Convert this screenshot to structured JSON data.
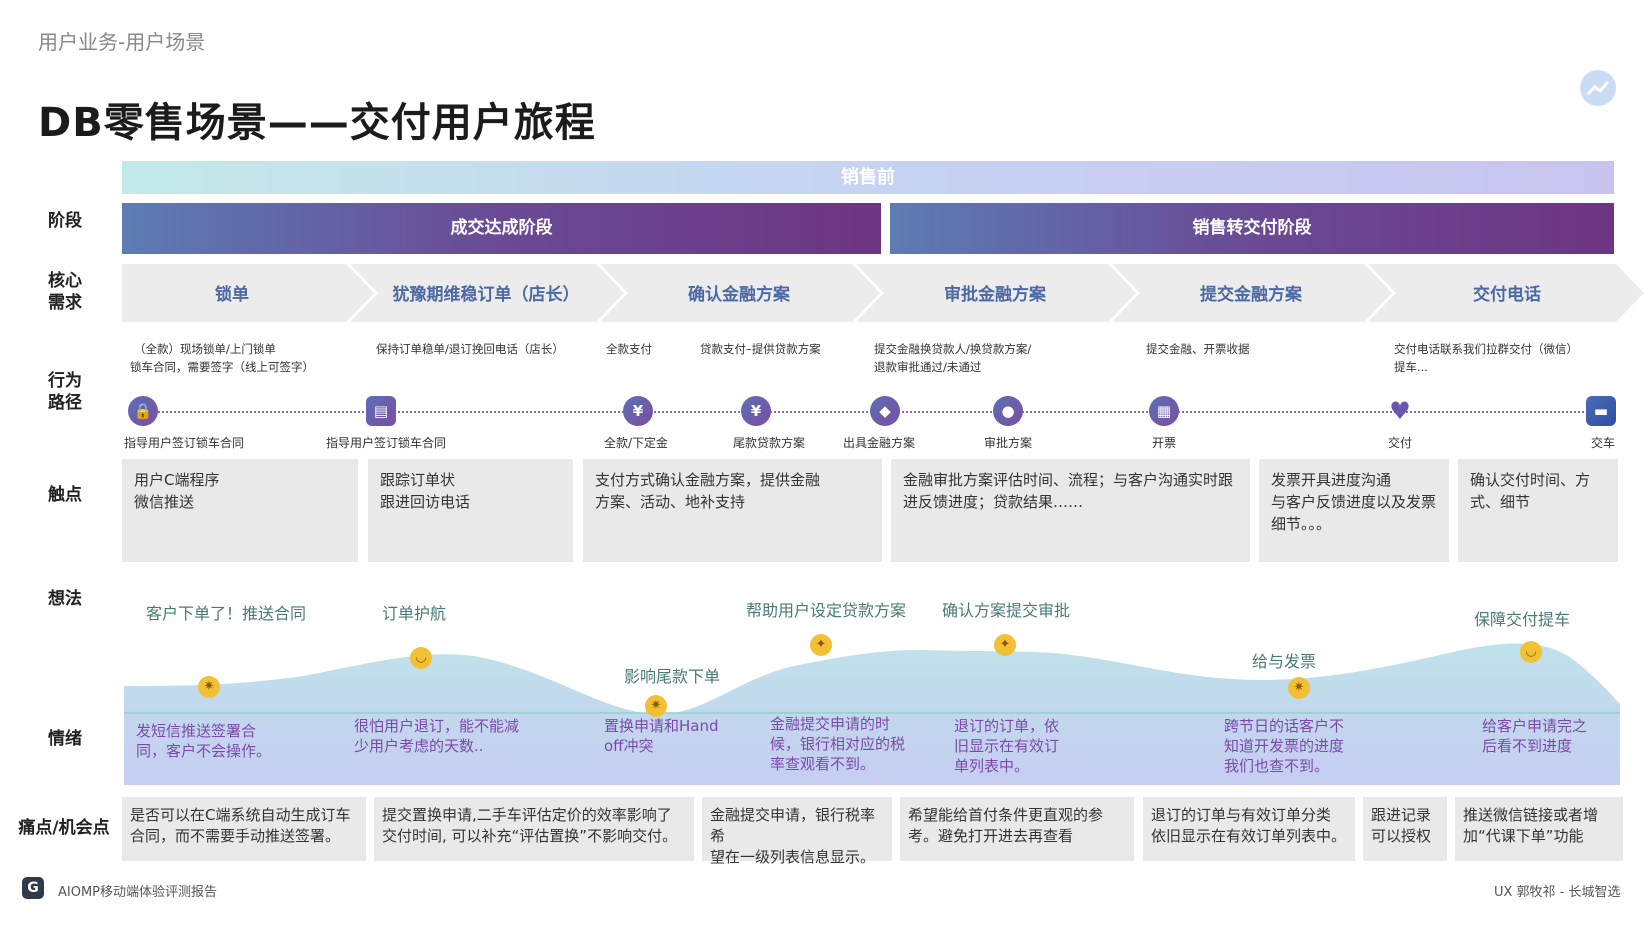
{
  "section": "用户业务-用户场景",
  "title": "DB零售场景——交付用户旅程",
  "row_labels": {
    "stage": "阶段",
    "need_1": "核心",
    "need_2": "需求",
    "behavior_1": "行为",
    "behavior_2": "路径",
    "touchpoint": "触点",
    "thought": "想法",
    "emotion": "情绪",
    "pain": "痛点/机会点"
  },
  "pre_sale": "销售前",
  "stages": [
    "成交达成阶段",
    "销售转交付阶段"
  ],
  "needs": [
    "锁单",
    "犹豫期维稳订单（店长）",
    "确认金融方案",
    "审批金融方案",
    "提交金融方案",
    "交付电话"
  ],
  "behaviors": [
    "（全款）现场锁单/上门锁单",
    "锁车合同，需要签字（线上可签字）",
    "保持订单稳单/退订挽回电话（店长）",
    "全款支付",
    "贷款支付–提供贷款方案",
    "提交金融换贷款人/换贷款方案/",
    "退款审批通过/未通过",
    "提交金融、开票收据",
    "交付电话联系我们拉群交付（微信）",
    "提车..."
  ],
  "nodes": [
    {
      "label": "指导用户签订锁车合同",
      "icon": "lock-icon",
      "glyph": "🔒"
    },
    {
      "label": "指导用户签订锁车合同",
      "icon": "document-check-icon",
      "glyph": "▤"
    },
    {
      "label": "全款/下定金",
      "icon": "yen-icon",
      "glyph": "¥"
    },
    {
      "label": "尾款贷款方案",
      "icon": "yen-clock-icon",
      "glyph": "¥"
    },
    {
      "label": "出具金融方案",
      "icon": "diamond-icon",
      "glyph": "◆"
    },
    {
      "label": "审批方案",
      "icon": "user-icon",
      "glyph": "●"
    },
    {
      "label": "开票",
      "icon": "receipt-icon",
      "glyph": "▦"
    },
    {
      "label": "交付",
      "icon": "handshake-icon",
      "glyph": "♥"
    },
    {
      "label": "交车",
      "icon": "car-icon",
      "glyph": "▬"
    }
  ],
  "touchpoints": [
    [
      "用户C端程序",
      "微信推送"
    ],
    [
      "跟踪订单状",
      "跟进回访电话"
    ],
    [
      "支付方式确认金融方案，提供金融",
      "方案、活动、地补支持"
    ],
    [
      "金融审批方案评估时间、流程；与客户沟通实时跟",
      "进反馈进度；贷款结果……"
    ],
    [
      "发票开具进度沟通",
      "与客户反馈进度以及发票",
      "细节。。。"
    ],
    [
      "确认交付时间、方",
      "式、细节"
    ]
  ],
  "thoughts": [
    "客户下单了！推送合同",
    "订单护航",
    "影响尾款下单",
    "帮助用户设定贷款方案",
    "确认方案提交审批",
    "给与发票",
    "保障交付提车"
  ],
  "emotions": [
    [
      "发短信推送签署合",
      "同，客户不会操作。"
    ],
    [
      "很怕用户退订，能不能减",
      "少用户考虑的天数.."
    ],
    [
      "置换申请和Hand",
      "off冲突"
    ],
    [
      "金融提交申请的时",
      "候，银行相对应的税",
      "率查观看不到。"
    ],
    [
      "退订的订单，依",
      "旧显示在有效订",
      "单列表中。"
    ],
    [
      "跨节日的话客户不",
      "知道开发票的进度",
      "我们也查不到。"
    ],
    [
      "给客户申请完之",
      "后看不到进度"
    ]
  ],
  "pains": [
    [
      "是否可以在C端系统自动生成订车",
      "合同，而不需要手动推送签署。"
    ],
    [
      "提交置换申请,二手车评估定价的效率影响了",
      "交付时间, 可以补充“评估置换”不影响交付。"
    ],
    [
      "金融提交申请，银行税率希",
      "望在一级列表信息显示。"
    ],
    [
      "希望能给首付条件更直观的参",
      "考。避免打开进去再查看"
    ],
    [
      "退订的订单与有效订单分类",
      "依旧显示在有效订单列表中。"
    ],
    [
      "跟进记录",
      "可以授权"
    ],
    [
      "推送微信链接或者增",
      "加“代课下单”功能"
    ]
  ],
  "footer_left": "AIOMP移动端体验评测报告",
  "footer_right": "UX 郭牧祁 - 长城智选",
  "colors": {
    "stage_start": "#5d7cb4",
    "stage_end": "#6d3583",
    "need_text": "#4d69a3",
    "emotion_text": "#7b4aa8",
    "thought_text": "#4a7a76"
  }
}
